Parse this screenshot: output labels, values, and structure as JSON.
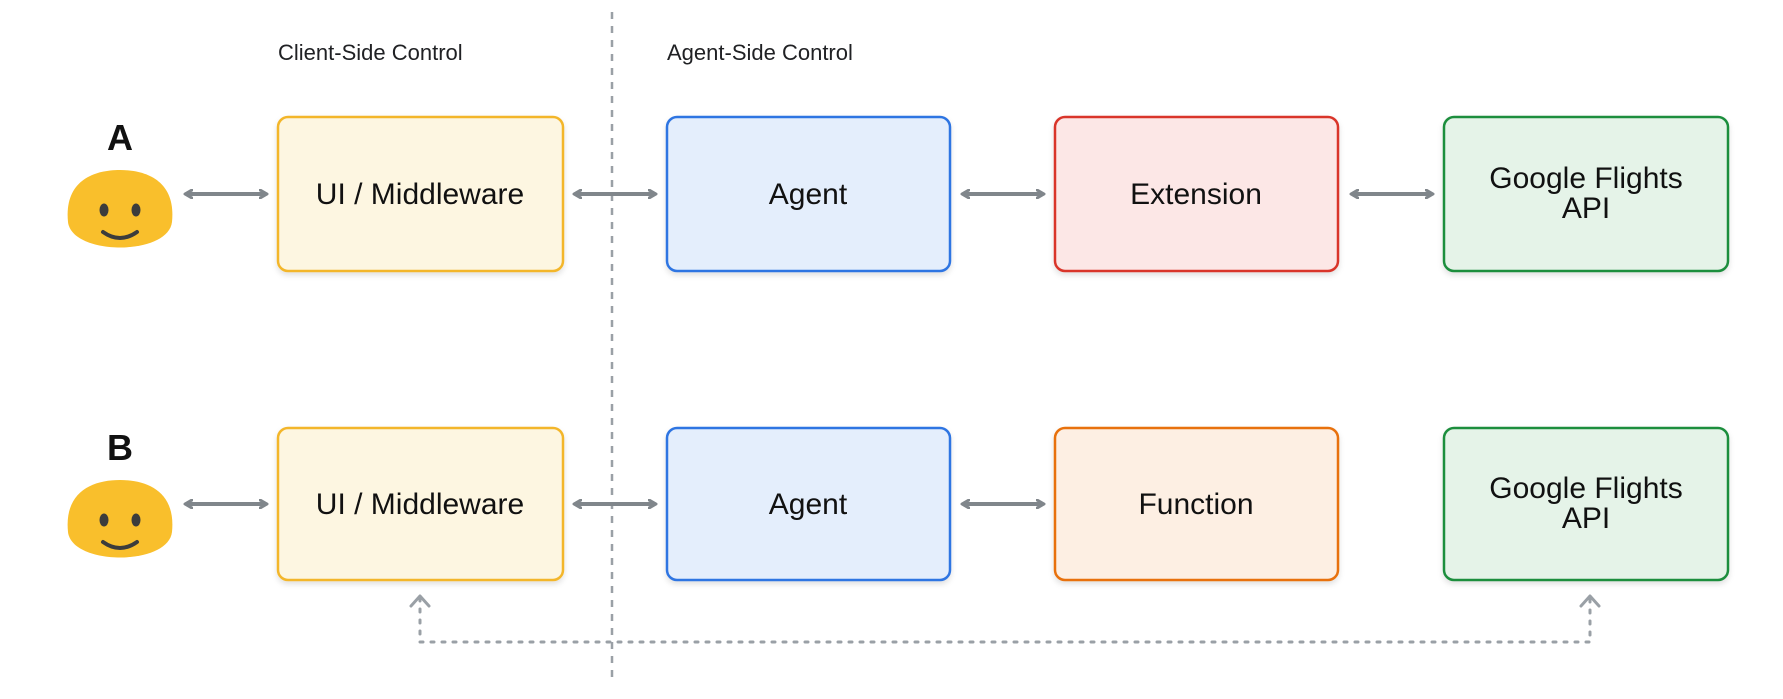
{
  "sections": {
    "client_label": "Client-Side Control",
    "agent_label": "Agent-Side Control"
  },
  "rows": [
    {
      "letter": "A",
      "boxes": [
        {
          "id": "ui",
          "lines": [
            "UI / Middleware"
          ],
          "fill": "#FDF6E1",
          "stroke": "#F3B62C"
        },
        {
          "id": "agent",
          "lines": [
            "Agent"
          ],
          "fill": "#E4EEFC",
          "stroke": "#2F74E2"
        },
        {
          "id": "extension",
          "lines": [
            "Extension"
          ],
          "fill": "#FCE7E6",
          "stroke": "#D9352A"
        },
        {
          "id": "api",
          "lines": [
            "Google Flights",
            "API"
          ],
          "fill": "#E5F3E8",
          "stroke": "#1E8E3E"
        }
      ]
    },
    {
      "letter": "B",
      "boxes": [
        {
          "id": "ui",
          "lines": [
            "UI / Middleware"
          ],
          "fill": "#FDF6E1",
          "stroke": "#F3B62C"
        },
        {
          "id": "agent",
          "lines": [
            "Agent"
          ],
          "fill": "#E4EEFC",
          "stroke": "#2F74E2"
        },
        {
          "id": "function",
          "lines": [
            "Function"
          ],
          "fill": "#FDEFE3",
          "stroke": "#E8710A"
        },
        {
          "id": "api",
          "lines": [
            "Google Flights",
            "API"
          ],
          "fill": "#E5F3E8",
          "stroke": "#1E8E3E"
        }
      ]
    }
  ],
  "colors": {
    "arrow": "#80868B",
    "divider": "#9AA0A6",
    "dotted_path": "#9AA0A6",
    "face": "#F9BF2C",
    "face_features": "#3C3C3C"
  },
  "icons": {
    "user": "smiling-face-icon"
  }
}
